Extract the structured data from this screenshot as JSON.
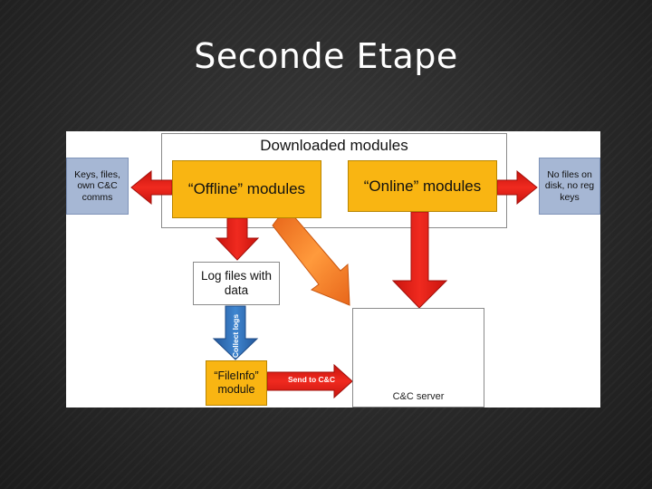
{
  "slide": {
    "title": "Seconde Etape"
  },
  "diagram": {
    "group_title": "Downloaded modules",
    "offline_modules": "“Offline” modules",
    "online_modules": "“Online” modules",
    "keys_files": "Keys, files,\nown C&C\ncomms",
    "no_files": "No files on\ndisk, no reg\nkeys",
    "log_files": "Log files with\ndata",
    "collect_logs": "Collect logs",
    "fileinfo_module": "“FileInfo”\nmodule",
    "send_to_cc": "Send to C&C",
    "cc_server": "C&C server",
    "colors": {
      "yellow": "#f9b512",
      "red_arrow": "#e41b13",
      "orange_arrow": "#f57c1f",
      "blue_arrow": "#2f6fb5",
      "blue_box": "#a6b7d4"
    },
    "icons": [
      "server-icon"
    ]
  }
}
